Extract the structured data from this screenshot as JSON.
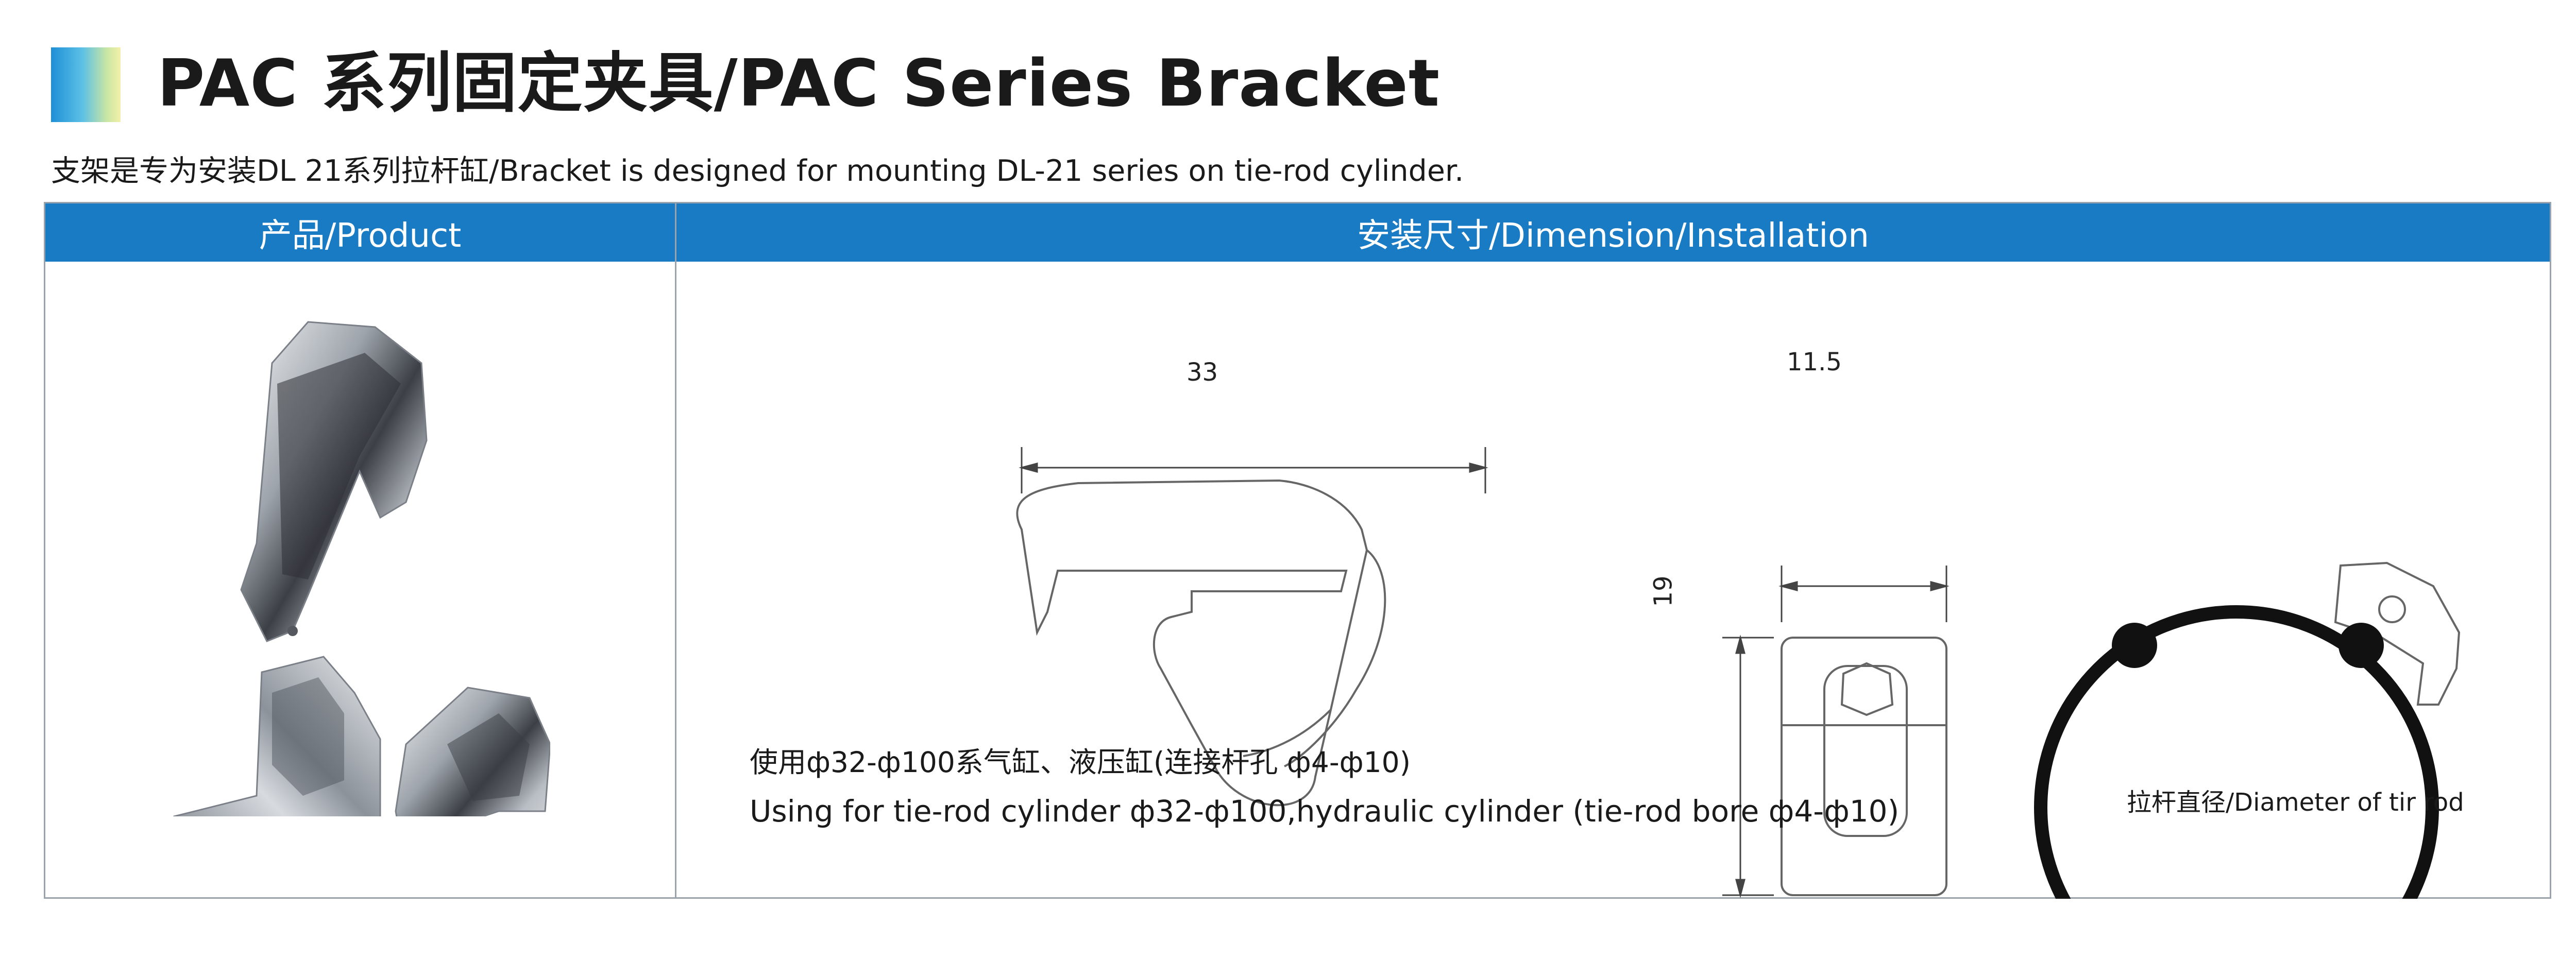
{
  "header": {
    "title": "PAC 系列固定夹具/PAC Series Bracket",
    "subtitle": "支架是专为安装DL 21系列拉杆缸/Bracket is designed for mounting DL-21 series on tie-rod cylinder."
  },
  "table": {
    "col_product": "产品/Product",
    "col_dimension": "安装尺寸/Dimension/Installation"
  },
  "dimensions": {
    "width_main": "33",
    "width_side": "11.5",
    "height_side": "19"
  },
  "notes": {
    "cn": "使用ф32-ф100系气缸、液压缸(连接杆孔 ф4-ф10)",
    "en": "Using for tie-rod cylinder  ф32-ф100,hydraulic cylinder (tie-rod bore  ф4-ф10)"
  },
  "install_diagram": {
    "tie_rod_label": "拉杆直径/Diameter of tir rod"
  },
  "colors": {
    "header_blue": "#1a7bc5",
    "border_gray": "#9aa3ab"
  }
}
